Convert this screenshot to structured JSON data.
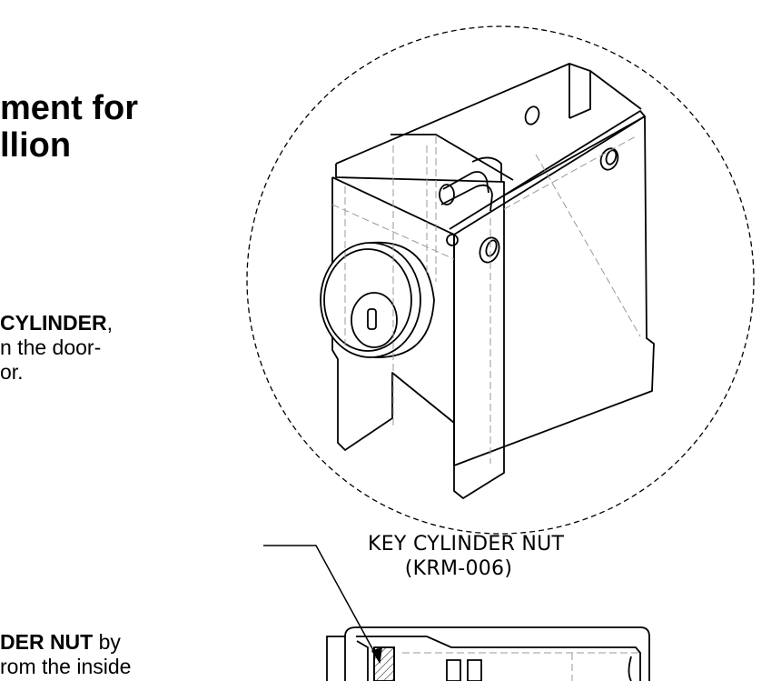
{
  "heading": {
    "line1": "ment for",
    "line2": "llion"
  },
  "step_a": {
    "line1_bold": "CYLINDER",
    "line1_rest": ",",
    "line2": "n the door-",
    "line3": "or."
  },
  "step_b": {
    "line1_bold": "DER NUT",
    "line1_rest": " by",
    "line2": "rom the inside"
  },
  "callout": {
    "name": "KEY CYLINDER NUT",
    "part_number": "(KRM-006)"
  },
  "colors": {
    "line": "#000000",
    "hidden_line": "#9a9a9a"
  }
}
